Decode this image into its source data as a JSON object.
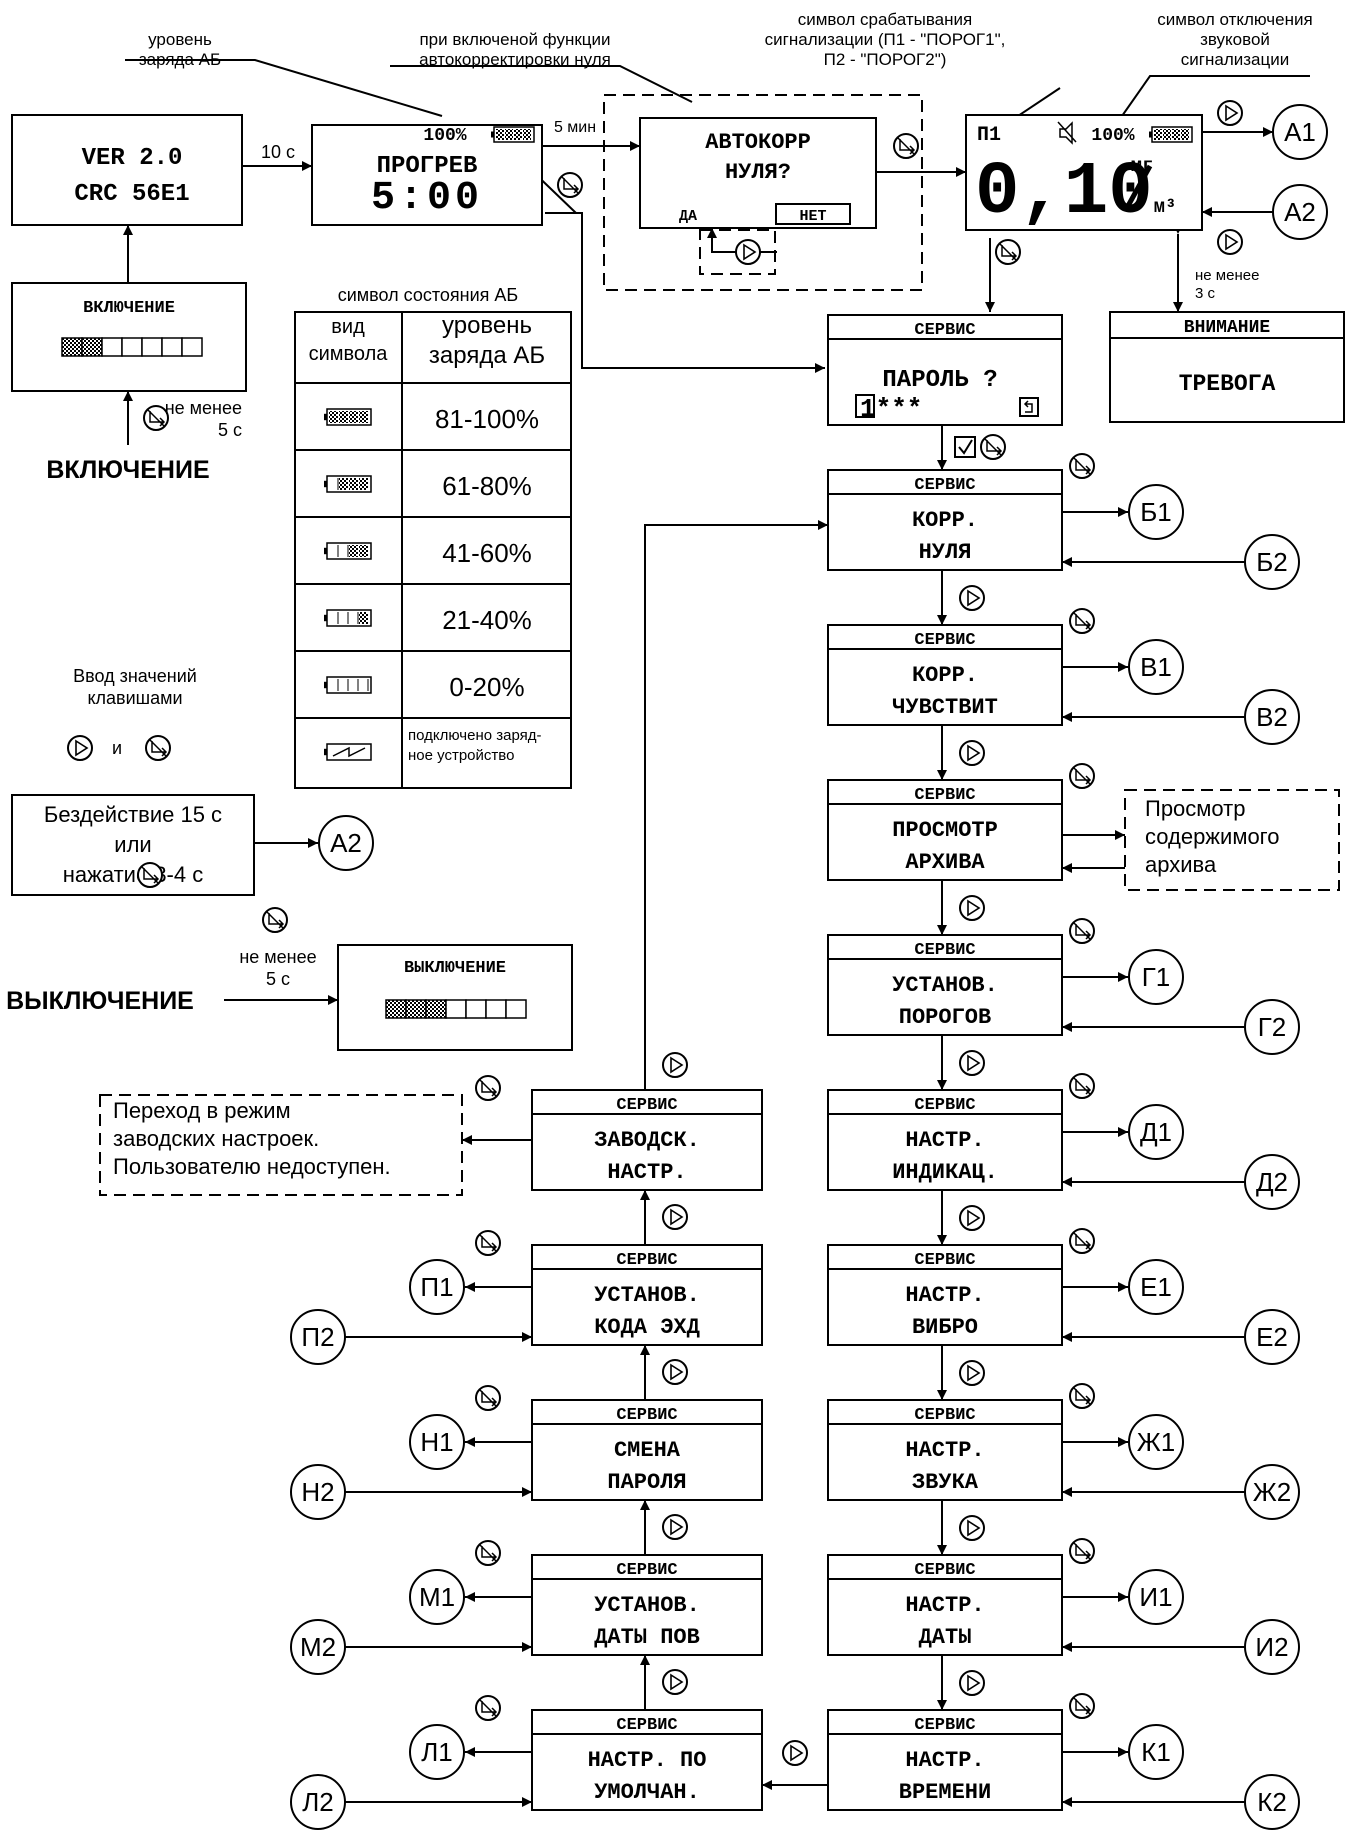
{
  "annotations": {
    "battery_level": "уровень\nзаряда АБ",
    "autozero": "при включеной функции\nавтокорректировки нуля",
    "alarm_symbol": "символ срабатывания\nсигнализации (П1 - \"ПОРОГ1\",\nП2 - \"ПОРОГ2\")",
    "sound_off_symbol": "символ отключения\nзвуковой\nсигнализации"
  },
  "version_screen": {
    "line1": "VER  2.0",
    "line2": "CRC 56E1"
  },
  "warmup_screen": {
    "battery": "100%",
    "title": "ПРОГРЕВ",
    "time": "5:00"
  },
  "autocorr_screen": {
    "title": "АВТОКОРР\nНУЛЯ?",
    "yes": "ДА",
    "no": "НЕТ"
  },
  "main_screen": {
    "alarm": "П1",
    "battery": "100%",
    "value": "0,10",
    "unit_top": "мг",
    "unit_bottom": "м³"
  },
  "alarm_screen": {
    "header": "ВНИМАНИЕ",
    "text": "ТРЕВОГА"
  },
  "password_screen": {
    "header": "СЕРВИС",
    "title": "ПАРОЛЬ  ?",
    "input": "1***"
  },
  "power_on_screen": {
    "header": "ВКЛЮЧЕНИЕ"
  },
  "power_off_screen": {
    "header": "ВЫКЛЮЧЕНИЕ"
  },
  "timings": {
    "t10": "10 с",
    "t5min": "5 мин",
    "hold_on": "не менее\n5 с",
    "hold_off": "не менее\n5 с",
    "hold_alarm": "не менее\n3 с"
  },
  "labels": {
    "power_on": "ВКЛЮЧЕНИЕ",
    "power_off": "ВЫКЛЮЧЕНИЕ",
    "input_hint": "Ввод значений\nклавишами",
    "input_and": "и",
    "idle": "Бездействие 15 с\nили\nнажатие   3-4 с",
    "archive_view": "Просмотр\nсодержимого\nархива",
    "factory_note": "Переход в режим\nзаводских настроек.\nПользователю недоступен."
  },
  "battery_table": {
    "caption": "символ состояния АБ",
    "col1": "вид\nсимвола",
    "col2": "уровень\nзаряда АБ",
    "rows": [
      "81-100%",
      "61-80%",
      "41-60%",
      "21-40%",
      "0-20%",
      "подключено заряд-\nное устройство"
    ]
  },
  "service_menu": {
    "header": "СЕРВИС",
    "right": [
      {
        "title": "КОРР.\nНУЛЯ",
        "out": "Б1",
        "in": "Б2"
      },
      {
        "title": "КОРР.\nЧУВСТВИТ",
        "out": "В1",
        "in": "В2"
      },
      {
        "title": "ПРОСМОТР\nАРХИВА",
        "out": "",
        "in": ""
      },
      {
        "title": "УСТАНОВ.\nПОРОГОВ",
        "out": "Г1",
        "in": "Г2"
      },
      {
        "title": "НАСТР.\nИНДИКАЦ.",
        "out": "Д1",
        "in": "Д2"
      },
      {
        "title": "НАСТР.\nВИБРО",
        "out": "Е1",
        "in": "Е2"
      },
      {
        "title": "НАСТР.\nЗВУКА",
        "out": "Ж1",
        "in": "Ж2"
      },
      {
        "title": "НАСТР.\nДАТЫ",
        "out": "И1",
        "in": "И2"
      },
      {
        "title": "НАСТР.\nВРЕМЕНИ",
        "out": "К1",
        "in": "К2"
      }
    ],
    "left": [
      {
        "title": "ЗАВОДСК.\nНАСТР.",
        "out": "",
        "in": ""
      },
      {
        "title": "УСТАНОВ.\nКОДА ЭХД",
        "out": "П1",
        "in": "П2"
      },
      {
        "title": "СМЕНА\nПАРОЛЯ",
        "out": "Н1",
        "in": "Н2"
      },
      {
        "title": "УСТАНОВ.\nДАТЫ ПОВ",
        "out": "М1",
        "in": "М2"
      },
      {
        "title": "НАСТР. ПО\nУМОЛЧАН.",
        "out": "Л1",
        "in": "Л2"
      }
    ]
  },
  "connectors": {
    "a1": "А1",
    "a2": "А2"
  }
}
